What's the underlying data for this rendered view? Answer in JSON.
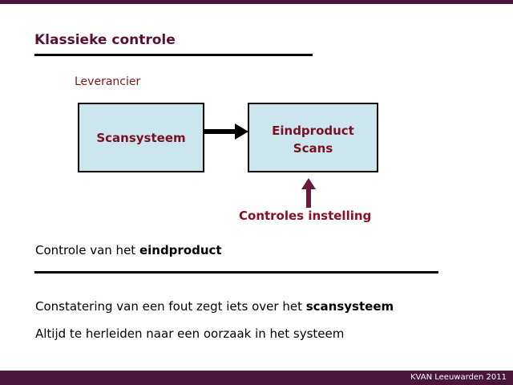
{
  "title": "Klassieke controle",
  "supplier": "Leverancier",
  "boxes": {
    "scan_system": "Scansysteem",
    "end_product_1": "Eindproduct",
    "end_product_2": "Scans"
  },
  "control_label": "Controles instelling",
  "line1": {
    "pre": "Controle van het ",
    "bold": "eindproduct"
  },
  "line2": {
    "pre": "Constatering van een fout zegt iets over het ",
    "bold": "scansysteem"
  },
  "line3": "Altijd te herleiden naar een oorzaak in het systeem",
  "footer": "KVAN Leeuwarden 2011"
}
